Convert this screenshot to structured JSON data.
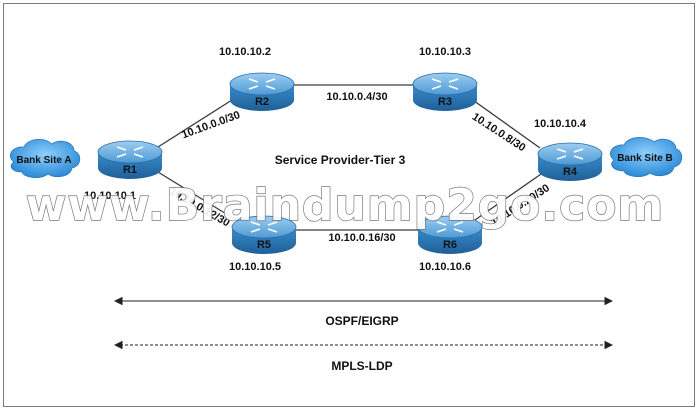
{
  "diagram": {
    "center_label": "Service Provider-Tier 3",
    "routers": [
      {
        "id": "r1",
        "name": "R1",
        "ip": "10.10.10.1"
      },
      {
        "id": "r2",
        "name": "R2",
        "ip": "10.10.10.2"
      },
      {
        "id": "r3",
        "name": "R3",
        "ip": "10.10.10.3"
      },
      {
        "id": "r4",
        "name": "R4",
        "ip": "10.10.10.4"
      },
      {
        "id": "r5",
        "name": "R5",
        "ip": "10.10.10.5"
      },
      {
        "id": "r6",
        "name": "R6",
        "ip": "10.10.10.6"
      }
    ],
    "clouds": [
      {
        "id": "bank-a",
        "label": "Bank Site A"
      },
      {
        "id": "bank-b",
        "label": "Bank Site B"
      }
    ],
    "links": [
      {
        "from": "R1",
        "to": "R2",
        "subnet": "10.10.0.0/30"
      },
      {
        "from": "R2",
        "to": "R3",
        "subnet": "10.10.0.4/30"
      },
      {
        "from": "R3",
        "to": "R4",
        "subnet": "10.10.0.8/30"
      },
      {
        "from": "R1",
        "to": "R5",
        "subnet": "10.10.0.12/30"
      },
      {
        "from": "R5",
        "to": "R6",
        "subnet": "10.10.0.16/30"
      },
      {
        "from": "R6",
        "to": "R4",
        "subnet": "10.10.0.20/30"
      }
    ],
    "protocols": [
      {
        "label": "OSPF/EIGRP",
        "style": "solid"
      },
      {
        "label": "MPLS-LDP",
        "style": "dashed"
      }
    ],
    "watermark": "www.Braindump2go.com",
    "colors": {
      "router_body": "#2f86c8",
      "router_top": "#6fb4e6",
      "cloud": "#2e8fd6",
      "line": "#333333"
    }
  }
}
